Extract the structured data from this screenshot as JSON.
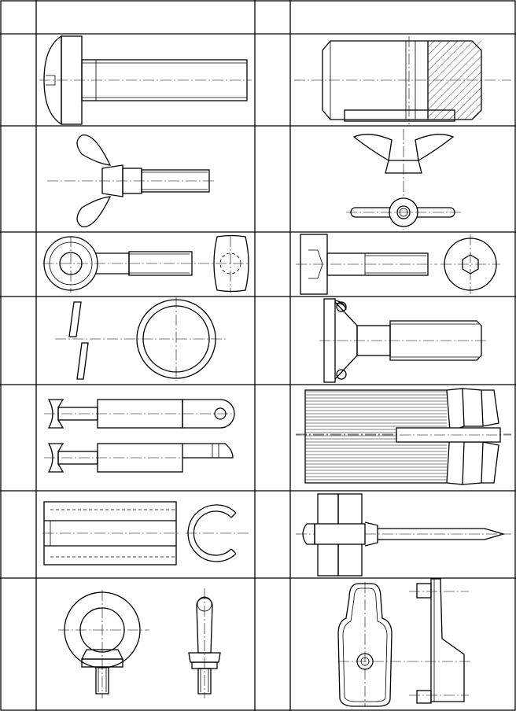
{
  "sheet": {
    "columns": 4,
    "rows": 8,
    "cells": [
      {
        "row": 2,
        "column": 2,
        "part": "pan-head-slotted-screw"
      },
      {
        "row": 2,
        "column": 4,
        "part": "knurled-nut-half-section"
      },
      {
        "row": 3,
        "column": 2,
        "part": "wing-screw"
      },
      {
        "row": 3,
        "column": 4,
        "part": "wing-nut"
      },
      {
        "row": 4,
        "column": 2,
        "part": "eye-bolt"
      },
      {
        "row": 4,
        "column": 4,
        "part": "hex-socket-cap-screw"
      },
      {
        "row": 5,
        "column": 2,
        "part": "split-spring-washer"
      },
      {
        "row": 5,
        "column": 4,
        "part": "countersunk-screw"
      },
      {
        "row": 6,
        "column": 2,
        "part": "pins"
      },
      {
        "row": 6,
        "column": 4,
        "part": "knurled-collet"
      },
      {
        "row": 7,
        "column": 2,
        "part": "slotted-sleeve-and-circlip"
      },
      {
        "row": 7,
        "column": 4,
        "part": "blind-rivet"
      },
      {
        "row": 8,
        "column": 2,
        "part": "lifting-eye-bolt-and-stud"
      },
      {
        "row": 8,
        "column": 4,
        "part": "cranked-bracket"
      }
    ]
  }
}
